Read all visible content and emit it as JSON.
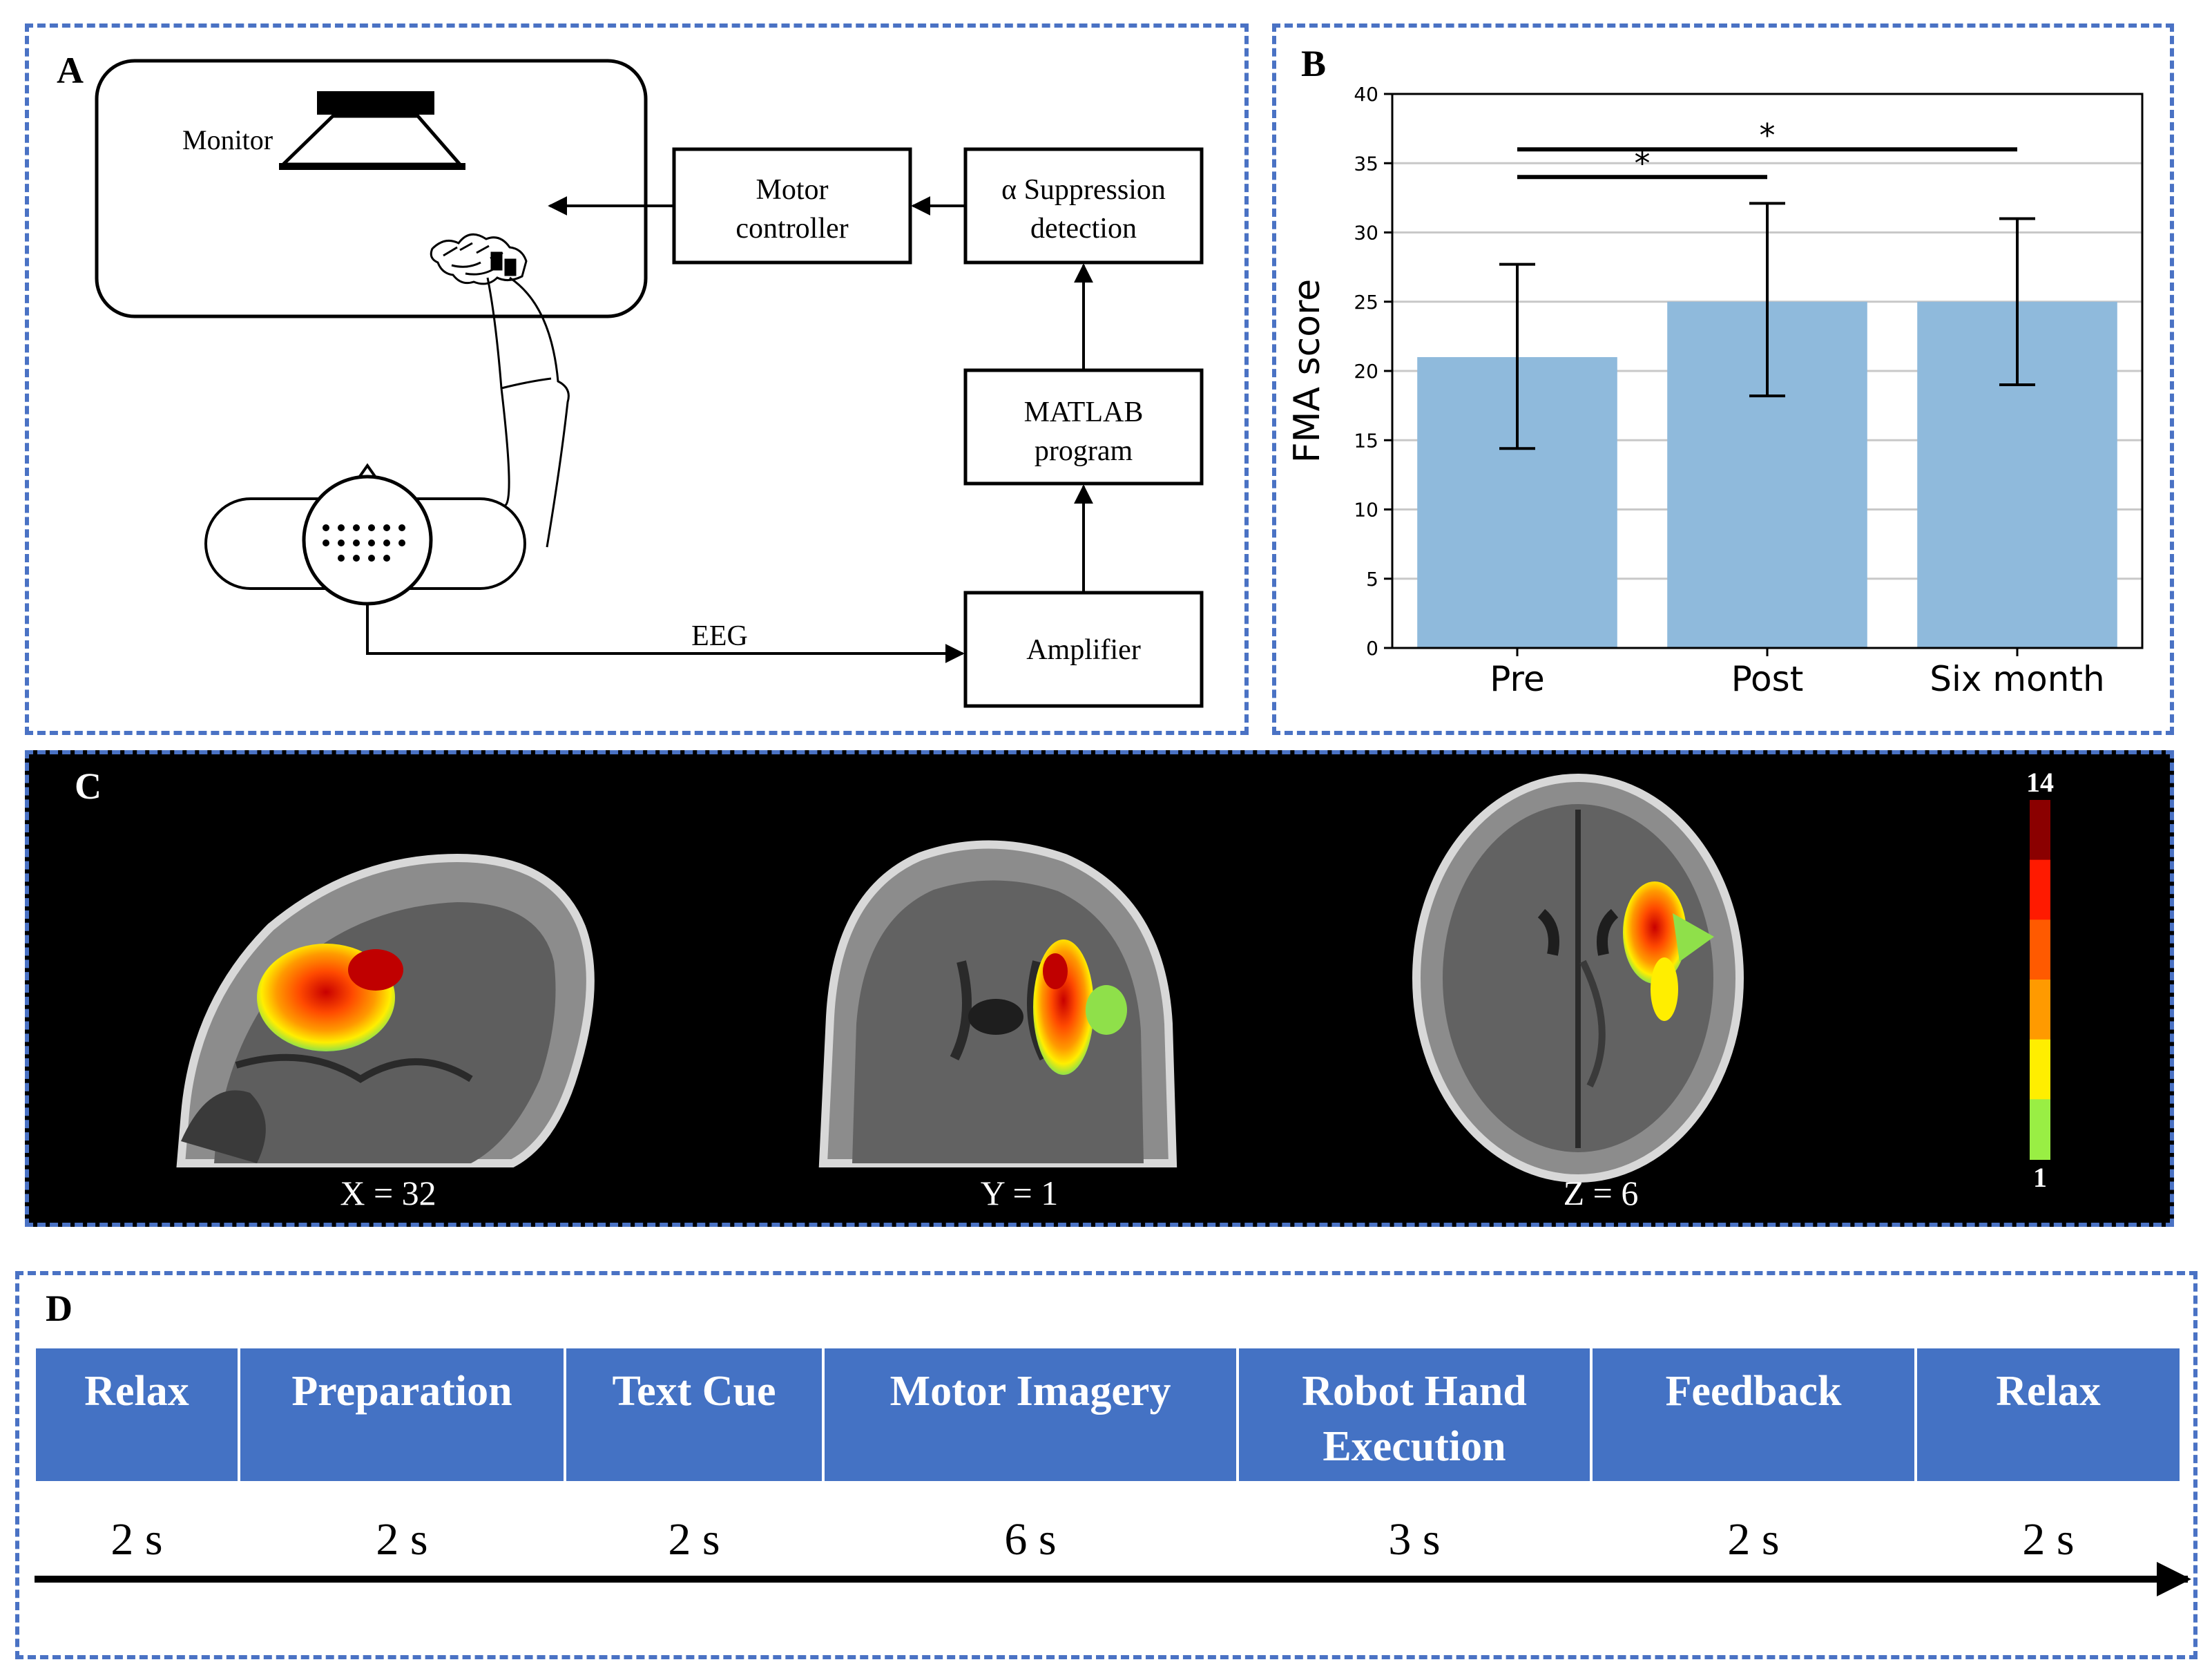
{
  "panels": {
    "a": {
      "letter": "A",
      "monitor_label": "Monitor",
      "motor_controller": [
        "Motor",
        "controller"
      ],
      "alpha_suppression": [
        "α Suppression",
        "detection"
      ],
      "matlab_program": [
        "MATLAB",
        "program"
      ],
      "amplifier": "Amplifier",
      "eeg_label": "EEG"
    },
    "b": {
      "letter": "B"
    },
    "c": {
      "letter": "C",
      "slice_labels": [
        "X  = 32",
        "Y  = 1",
        "Z  = 6"
      ],
      "colorbar_max": "14",
      "colorbar_min": "1",
      "colorbar_colors": [
        "#8b0000",
        "#ff1a00",
        "#ff5a00",
        "#ff9a00",
        "#ffee00",
        "#99ee44"
      ]
    },
    "d": {
      "letter": "D",
      "phases": [
        {
          "label": "Relax",
          "duration": "2 s"
        },
        {
          "label": "Preparation",
          "duration": "2 s"
        },
        {
          "label": "Text Cue",
          "duration": "2 s"
        },
        {
          "label": "Motor Imagery",
          "duration": "6 s"
        },
        {
          "label": "Robot Hand\nExecution",
          "duration": "3 s"
        },
        {
          "label": "Feedback",
          "duration": "2 s"
        },
        {
          "label": "Relax",
          "duration": "2 s"
        }
      ],
      "phase_color": "#4472c4"
    }
  },
  "chart_data": {
    "type": "bar",
    "categories": [
      "Pre",
      "Post",
      "Six month"
    ],
    "values": [
      21,
      25,
      25
    ],
    "error_low": [
      14.4,
      18.2,
      19.0
    ],
    "error_high": [
      27.7,
      32.1,
      31.0
    ],
    "ylabel": "FMA score",
    "ylim": [
      0,
      40
    ],
    "yticks": [
      0,
      5,
      10,
      15,
      20,
      25,
      30,
      35,
      40
    ],
    "grid": true,
    "bar_color": "#8fbadc",
    "significance": [
      {
        "from": "Pre",
        "to": "Post",
        "label": "*"
      },
      {
        "from": "Pre",
        "to": "Six month",
        "label": "*"
      }
    ]
  }
}
